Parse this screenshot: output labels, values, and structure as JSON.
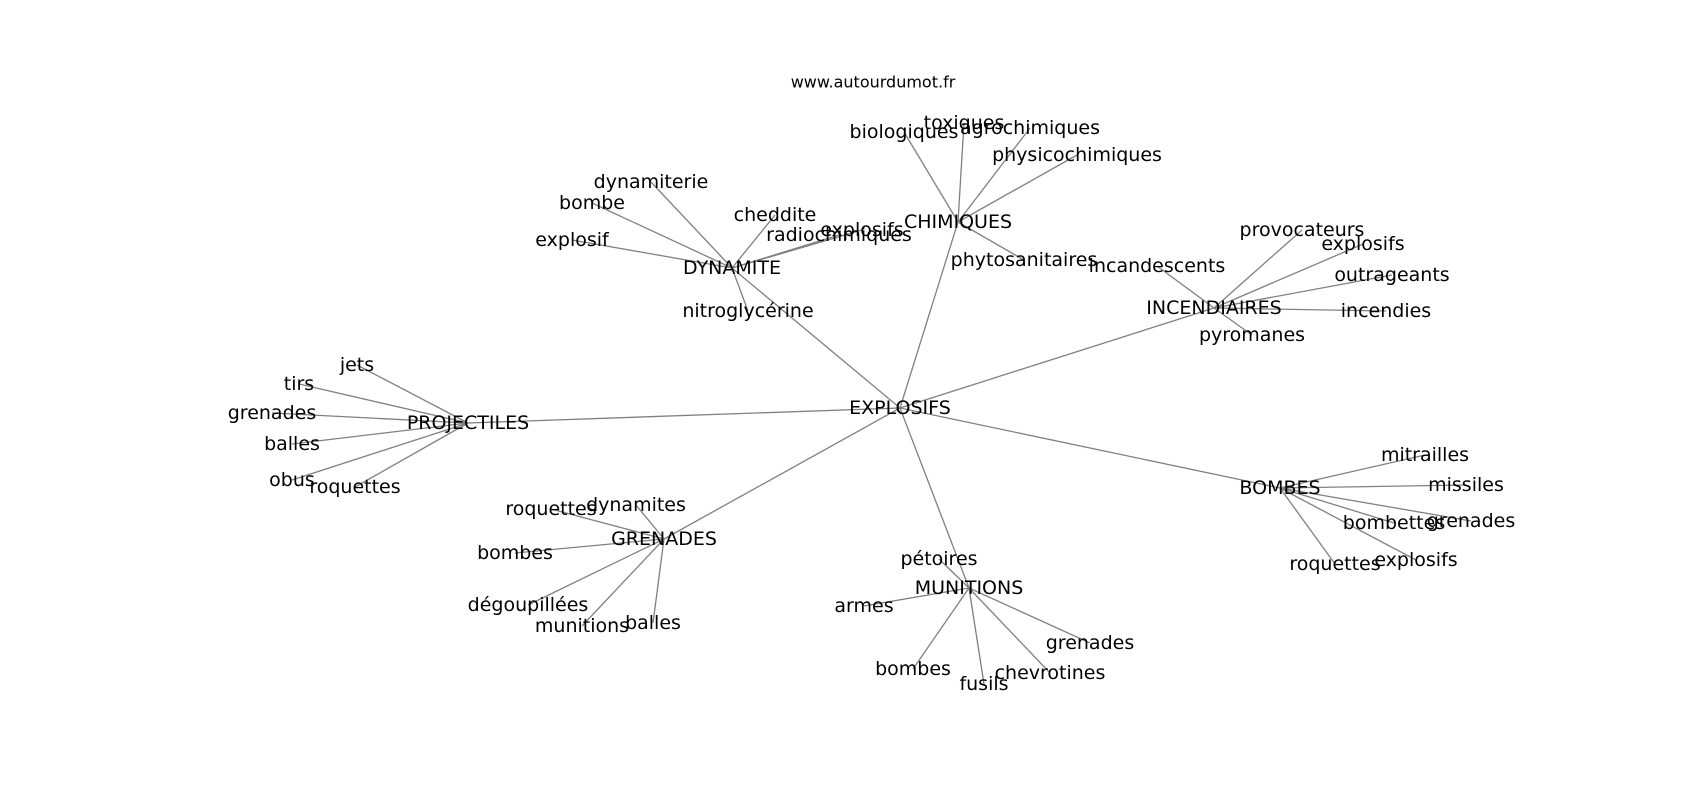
{
  "site": "www.autourdumot.fr",
  "root": "EXPLOSIFS",
  "clusters": [
    {
      "label": "CHIMIQUES",
      "leaves": [
        "biologiques",
        "toxiques",
        "agrochimiques",
        "physicochimiques",
        "phytosanitaires"
      ]
    },
    {
      "label": "DYNAMITE",
      "leaves": [
        "dynamiterie",
        "bombe",
        "explosif",
        "cheddite",
        "explosifs",
        "radiochimiques",
        "nitroglycérine"
      ]
    },
    {
      "label": "INCENDIAIRES",
      "leaves": [
        "provocateurs",
        "explosifs",
        "outrageants",
        "incendies",
        "incandescents",
        "pyromanes"
      ]
    },
    {
      "label": "PROJECTILES",
      "leaves": [
        "jets",
        "tirs",
        "grenades",
        "balles",
        "obus",
        "roquettes"
      ]
    },
    {
      "label": "BOMBES",
      "leaves": [
        "mitrailles",
        "missiles",
        "grenades",
        "bombettes",
        "explosifs",
        "roquettes"
      ]
    },
    {
      "label": "GRENADES",
      "leaves": [
        "roquettes",
        "dynamites",
        "bombes",
        "dégoupillées",
        "munitions",
        "balles"
      ]
    },
    {
      "label": "MUNITIONS",
      "leaves": [
        "pétoires",
        "armes",
        "bombes",
        "fusils",
        "chevrotines",
        "grenades"
      ]
    }
  ]
}
